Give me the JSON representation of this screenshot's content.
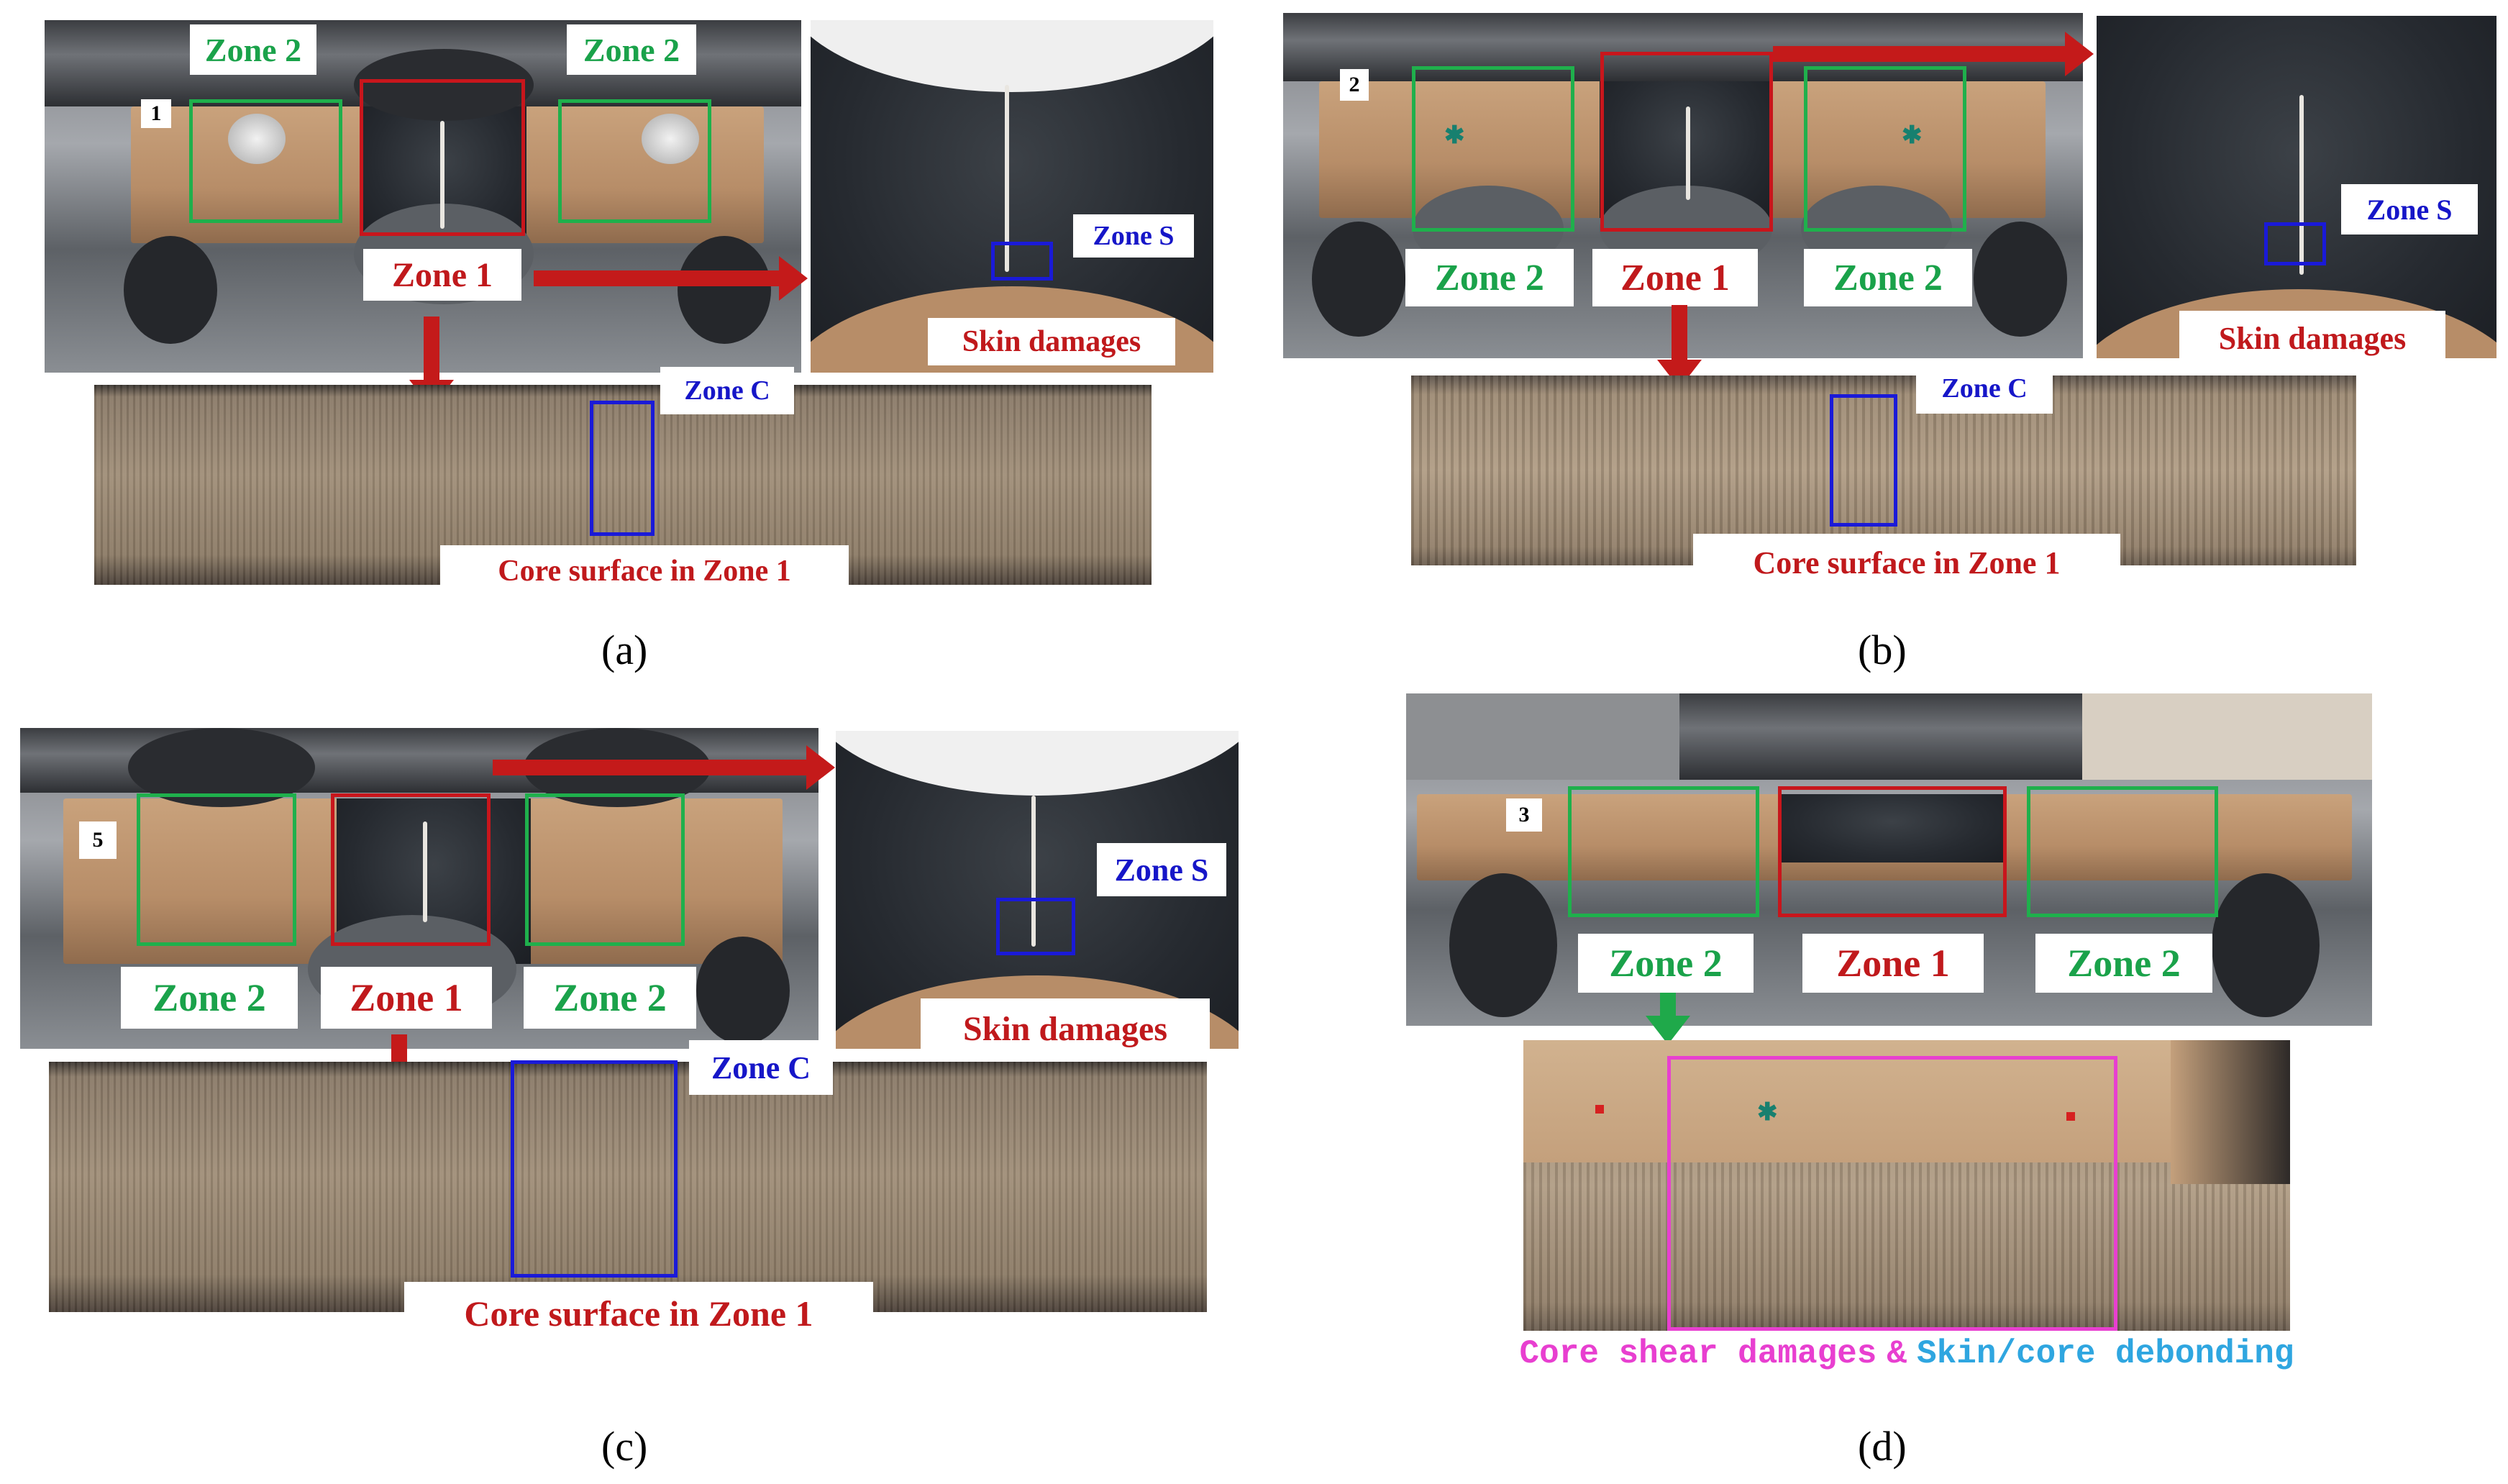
{
  "panels": {
    "a": {
      "caption": "(a)",
      "specimen_number": "1",
      "zone2_left": "Zone 2",
      "zone2_right": "Zone 2",
      "zone1": "Zone 1",
      "zone_s": "Zone S",
      "skin_damages": "Skin damages",
      "zone_c": "Zone C",
      "core_surface": "Core surface in Zone 1"
    },
    "b": {
      "caption": "(b)",
      "specimen_number": "2",
      "zone2_left": "Zone 2",
      "zone1": "Zone 1",
      "zone2_right": "Zone 2",
      "zone_s": "Zone S",
      "skin_damages": "Skin damages",
      "zone_c": "Zone C",
      "core_surface": "Core surface in Zone 1"
    },
    "c": {
      "caption": "(c)",
      "specimen_number": "5",
      "zone2_left": "Zone 2",
      "zone1": "Zone 1",
      "zone2_right": "Zone 2",
      "zone_s": "Zone S",
      "skin_damages": "Skin damages",
      "zone_c": "Zone C",
      "core_surface": "Core surface in Zone 1"
    },
    "d": {
      "caption": "(d)",
      "specimen_number": "3",
      "zone2_left": "Zone 2",
      "zone1": "Zone 1",
      "zone2_right": "Zone 2",
      "damage_part1": "Core shear damages",
      "damage_amp": "&",
      "damage_part2": "Skin/core debonding"
    }
  },
  "colors": {
    "zone2": "#1aa24a",
    "zone1": "#c0191c",
    "zone_s_c": "#1616c8",
    "core_shear": "#e83fd0",
    "debonding": "#2fa6e0"
  }
}
